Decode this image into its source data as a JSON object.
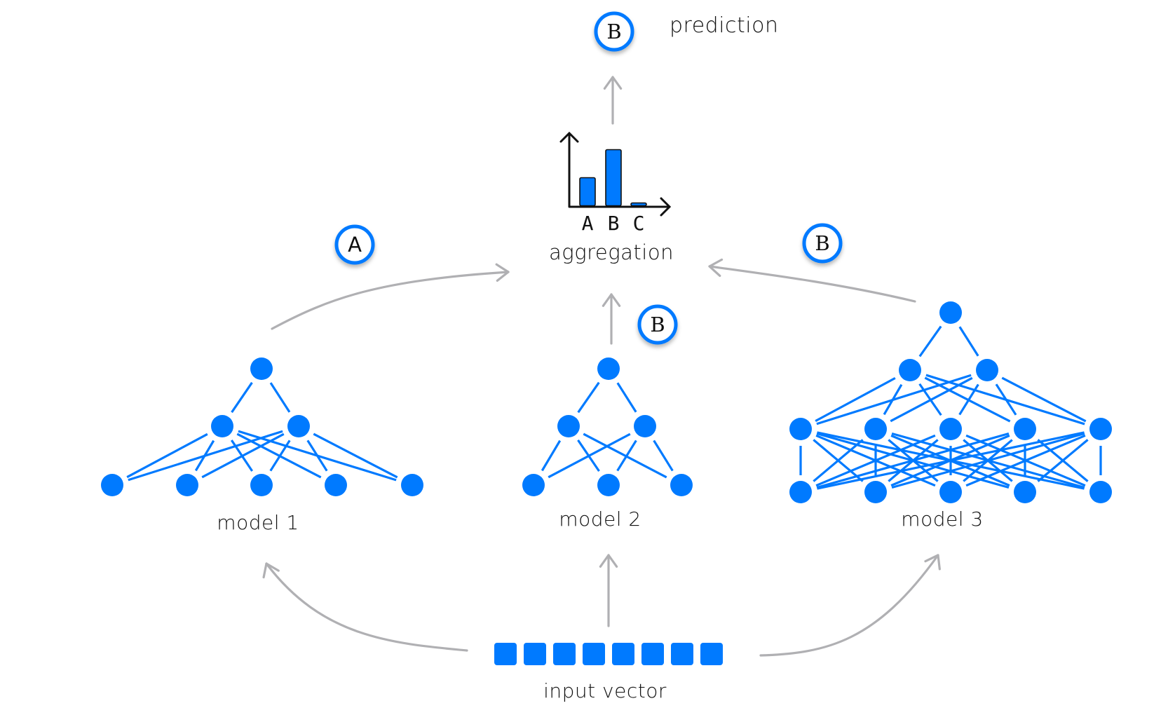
{
  "colors": {
    "node": "#007aff",
    "edge": "#007aff",
    "arrow": "#b0b0b3",
    "text": "#111111",
    "badge_ring": "#007aff",
    "axis": "#111111"
  },
  "prediction": {
    "badge": "B",
    "label": "prediction"
  },
  "aggregation": {
    "label": "aggregation",
    "histogram": {
      "categories": [
        "A",
        "B",
        "C"
      ],
      "relative_votes": [
        0.5,
        1.0,
        0.05
      ]
    }
  },
  "models": [
    {
      "label": "model 1",
      "vote": "A",
      "layers": [
        1,
        2,
        5
      ]
    },
    {
      "label": "model 2",
      "vote": "B",
      "layers": [
        1,
        2,
        3
      ]
    },
    {
      "label": "model 3",
      "vote": "B",
      "layers": [
        1,
        2,
        5,
        5
      ]
    }
  ],
  "input": {
    "label": "input vector",
    "cells": 8
  }
}
